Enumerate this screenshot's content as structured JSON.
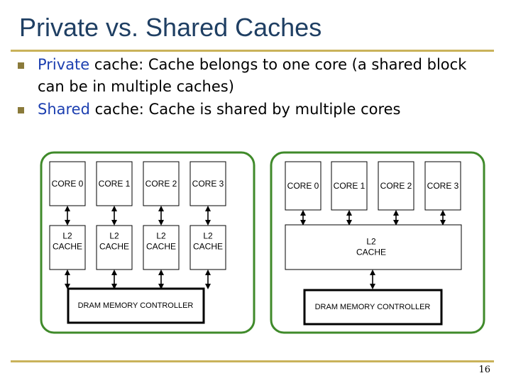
{
  "title": "Private vs. Shared Caches",
  "bullets": [
    {
      "term": "Private",
      "text": " cache: Cache belongs to one core (a shared block can be in multiple caches)"
    },
    {
      "term": "Shared",
      "text": " cache: Cache is shared by multiple cores"
    }
  ],
  "private_diagram": {
    "cores": [
      "CORE 0",
      "CORE 1",
      "CORE 2",
      "CORE 3"
    ],
    "caches": [
      "L2\nCACHE",
      "L2\nCACHE",
      "L2\nCACHE",
      "L2\nCACHE"
    ],
    "controller": "DRAM MEMORY CONTROLLER"
  },
  "shared_diagram": {
    "cores": [
      "CORE 0",
      "CORE 1",
      "CORE 2",
      "CORE 3"
    ],
    "cache": "L2\nCACHE",
    "controller": "DRAM MEMORY CONTROLLER"
  },
  "page_number": "16",
  "colors": {
    "title": "#1f3f63",
    "rule": "#c9b25a",
    "term": "#1c3fb0",
    "frame": "#3f8a2a"
  }
}
